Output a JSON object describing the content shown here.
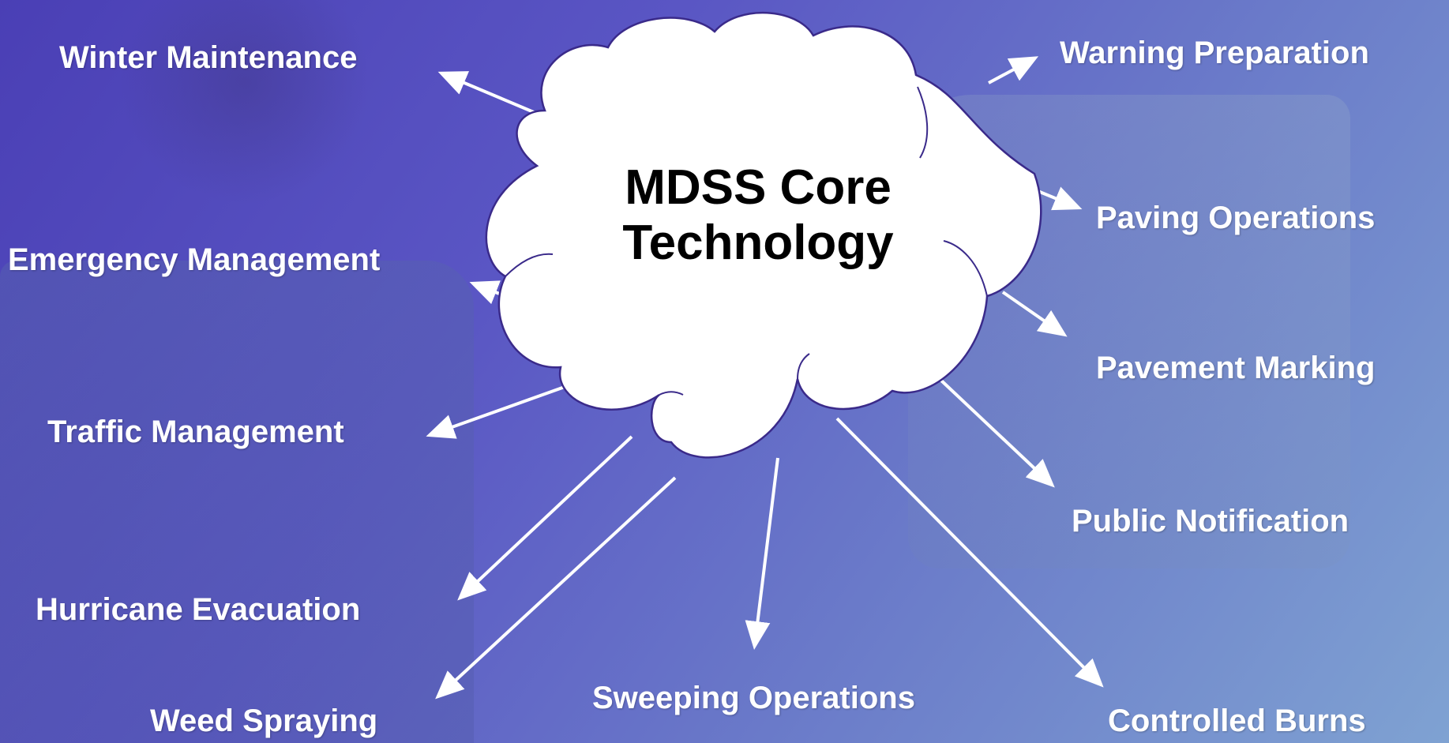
{
  "core": {
    "line1": "MDSS Core",
    "line2": "Technology"
  },
  "applications": [
    "Winter Maintenance",
    "Emergency Management",
    "Traffic Management",
    "Hurricane Evacuation",
    "Weed Spraying",
    "Sweeping Operations",
    "Controlled Burns",
    "Public Notification",
    "Pavement Marking",
    "Paving Operations",
    "Warning Preparation"
  ],
  "colors": {
    "cloud_fill": "#ffffff",
    "cloud_stroke": "#3a2a8a",
    "arrow": "#ffffff",
    "label_text": "#ffffff",
    "core_text": "#000000"
  }
}
